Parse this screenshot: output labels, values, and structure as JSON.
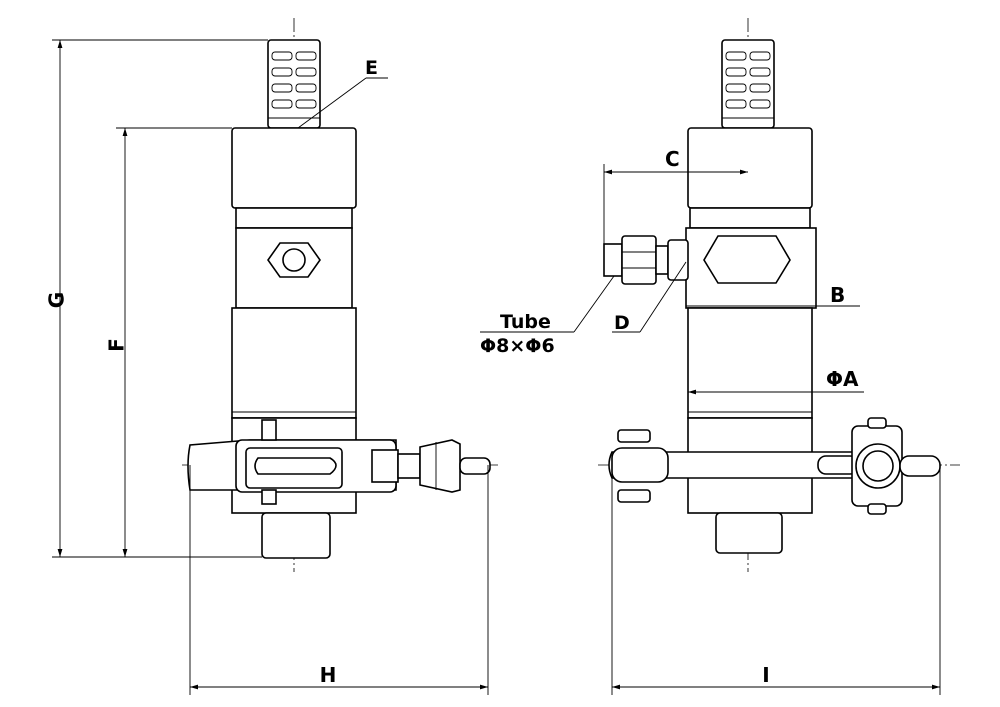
{
  "labels": {
    "E": "E",
    "G": "G",
    "F": "F",
    "H": "H",
    "C": "C",
    "B": "B",
    "D": "D",
    "PhiA": "ΦA",
    "I": "I",
    "tube_title": "Tube",
    "tube_size": "Φ8×Φ6"
  }
}
